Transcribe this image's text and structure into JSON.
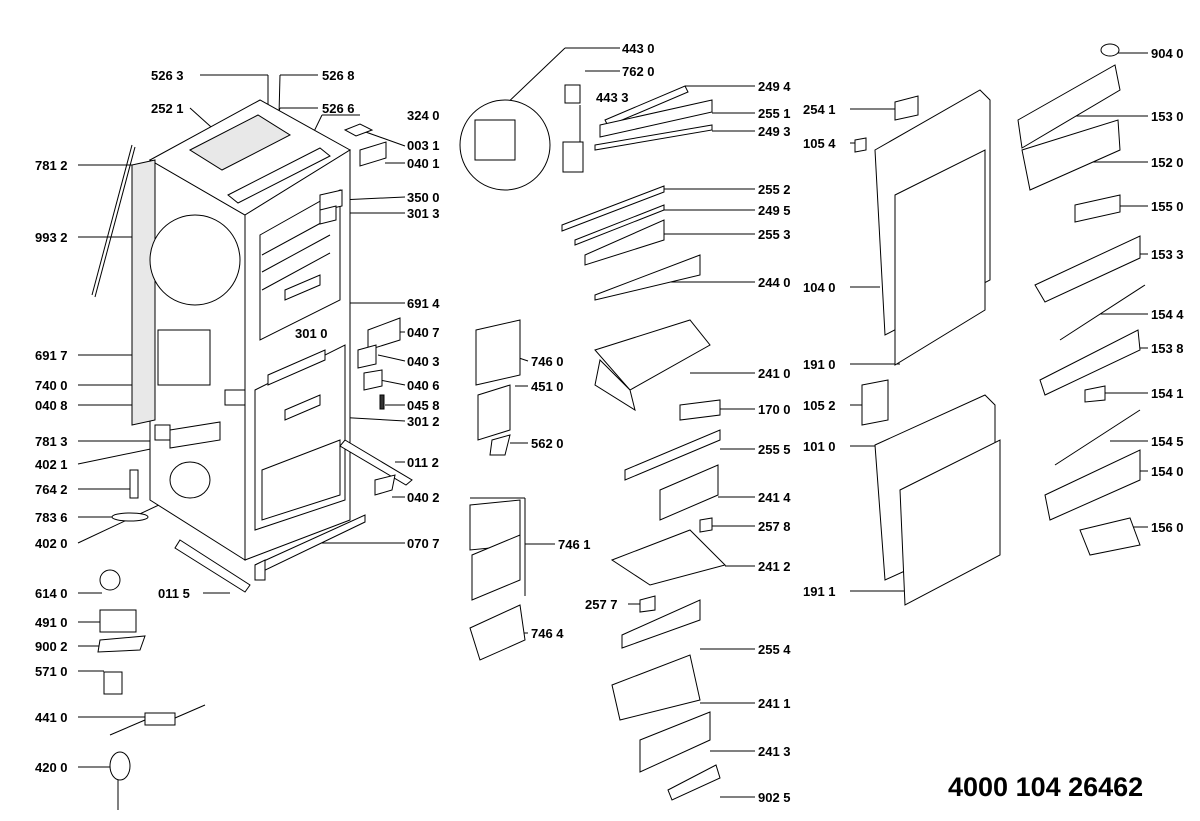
{
  "document_number": "4000 104 26462",
  "part_labels": [
    "526 3",
    "526 8",
    "252 1",
    "526 6",
    "324 0",
    "003 1",
    "040 1",
    "350 0",
    "301 3",
    "781 2",
    "993 2",
    "691 4",
    "040 7",
    "301 0",
    "691 7",
    "040 3",
    "740 0",
    "040 6",
    "040 8",
    "045 8",
    "301 2",
    "781 3",
    "402 1",
    "011 2",
    "764 2",
    "040 2",
    "783 6",
    "402 0",
    "070 7",
    "614 0",
    "011 5",
    "491 0",
    "900 2",
    "571 0",
    "441 0",
    "420 0",
    "443 0",
    "762 0",
    "443 3",
    "249 4",
    "255 1",
    "249 3",
    "255 2",
    "249 5",
    "255 3",
    "244 0",
    "746 0",
    "451 0",
    "241 0",
    "170 0",
    "562 0",
    "255 5",
    "241 4",
    "257 8",
    "746 1",
    "241 2",
    "257 7",
    "746 4",
    "255 4",
    "241 1",
    "241 3",
    "902 5",
    "254 1",
    "105 4",
    "104 0",
    "191 0",
    "105 2",
    "101 0",
    "191 1",
    "904 0",
    "153 0",
    "152 0",
    "155 0",
    "153 3",
    "154 4",
    "153 8",
    "154 1",
    "154 5",
    "154 0",
    "156 0"
  ]
}
